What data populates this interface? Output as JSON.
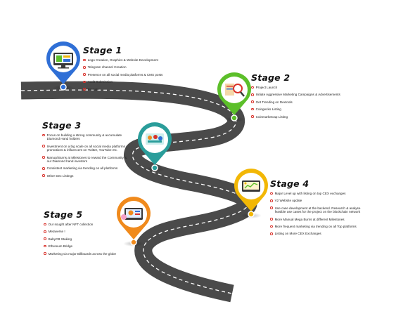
{
  "stages": [
    {
      "title": "Stage 1",
      "color": "#2f6fd6",
      "items": [
        "Logo Creation, Graphics & Website Development",
        "Telegram channel Creation",
        "Presence on all social media platforms & CMS posts",
        "Audit Submission",
        "Presale"
      ]
    },
    {
      "title": "Stage 2",
      "color": "#5cbf2a",
      "items": [
        "Project Launch",
        "Initiate Aggressive Marketing Campaigns & Advertisements",
        "Get Trending on Dextools",
        "Coingecko Listing",
        "Coinmarketcap Listing"
      ]
    },
    {
      "title": "Stage 3",
      "color": "#2a9d9a",
      "items": [
        "Focus on building a strong community & accumulate Diamond Hand holders",
        "Investment on a big scale on all social media platforms promotions & influencers on Twitter, YouTube etc.",
        "Manual Burns at Milestones to reward the Community & our Diamond hand investors",
        "Consistent marketing via trending on all platforms",
        "Other Dex Listings"
      ]
    },
    {
      "title": "Stage 4",
      "color": "#f2b705",
      "items": [
        "Major Level up with listing on top CEX exchanges",
        "V2 Website update",
        "Use case development at the backend. Research & analyse feasible use cases for the project on the blockchain network",
        "More Manual Mega Burns at different Milestones",
        "More frequent marketing via trending on all Top platforms",
        "Listing on More CEX Exchanges"
      ]
    },
    {
      "title": "Stage 5",
      "color": "#f08a1c",
      "items": [
        "Our sought after NFT collection",
        "Metaverse !",
        "BabyCB Staking",
        "Ethereum Bridge",
        "Marketing via major Billboards across the globe"
      ]
    }
  ],
  "colors": {
    "road": "#4a4a4a",
    "road_edge": "#ffffff",
    "road_stripe": "#ffffff",
    "bullet": "#d9312a"
  }
}
